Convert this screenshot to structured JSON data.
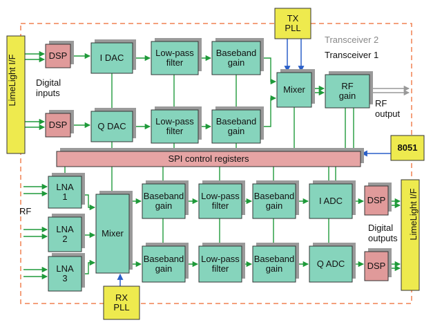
{
  "diagram": {
    "containers": {
      "transceiver2_label": "Transceiver 2",
      "transceiver1_label": "Transceiver 1"
    },
    "blocks": {
      "limelight_left": "LimeLight I/F",
      "limelight_right": "LimeLight I/F",
      "dsp_tx_i": "DSP",
      "dsp_tx_q": "DSP",
      "i_dac": "I DAC",
      "q_dac": "Q DAC",
      "lpf_tx_i": "Low-pass\nfilter",
      "lpf_tx_q": "Low-pass\nfilter",
      "bb_tx_i": "Baseband\ngain",
      "bb_tx_q": "Baseband\ngain",
      "tx_mixer": "Mixer",
      "tx_pll": "TX\nPLL",
      "rf_gain": "RF\ngain",
      "spi": "SPI control registers",
      "ctrl_8051": "8051",
      "lna1": "LNA\n1",
      "lna2": "LNA\n2",
      "lna3": "LNA\n3",
      "rx_mixer": "Mixer",
      "rx_pll": "RX\nPLL",
      "bb_rx_i1": "Baseband\ngain",
      "bb_rx_q1": "Baseband\ngain",
      "lpf_rx_i": "Low-pass\nfilter",
      "lpf_rx_q": "Low-pass\nfilter",
      "bb_rx_i2": "Baseband\ngain",
      "bb_rx_q2": "Baseband\ngain",
      "i_adc": "I ADC",
      "q_adc": "Q ADC",
      "dsp_rx_i": "DSP",
      "dsp_rx_q": "DSP"
    },
    "annotations": {
      "digital_inputs": "Digital\ninputs",
      "rf_output": "RF\noutput",
      "rf_input": "RF",
      "digital_outputs": "Digital\noutputs"
    },
    "colors": {
      "block_fill": "#86d4bc",
      "dsp_fill": "#e09a9a",
      "spi_fill": "#e6a4a4",
      "io_fill": "#eeea4e",
      "shadow": "#9a9a9a",
      "arrow_green": "#1f9a3a",
      "arrow_blue": "#2a5fc8",
      "dashed_border": "#f08050"
    }
  }
}
